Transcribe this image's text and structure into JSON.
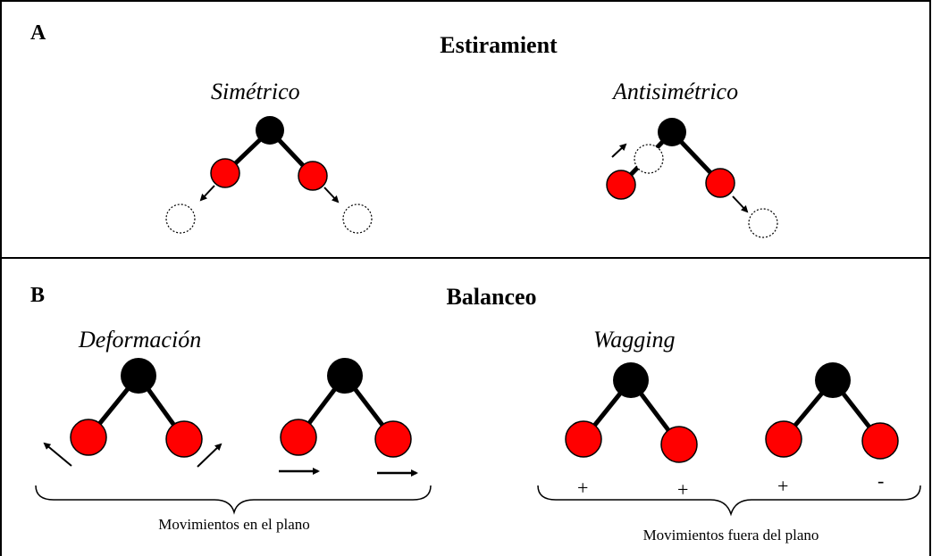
{
  "panel_a": {
    "letter": "A",
    "title": "Estiramient",
    "modes": [
      "Simétrico",
      "Antisimétrico"
    ]
  },
  "panel_b": {
    "letter": "B",
    "title": "Balanceo",
    "modes": [
      "Deformación",
      "Wagging"
    ],
    "captions": [
      "Movimientos en el plano",
      "Movimientos fuera del plano"
    ],
    "signs": [
      "+",
      "+",
      "+",
      "-"
    ]
  },
  "colors": {
    "central_atom": "#000000",
    "outer_atom": "#ff0000",
    "border": "#000000"
  }
}
